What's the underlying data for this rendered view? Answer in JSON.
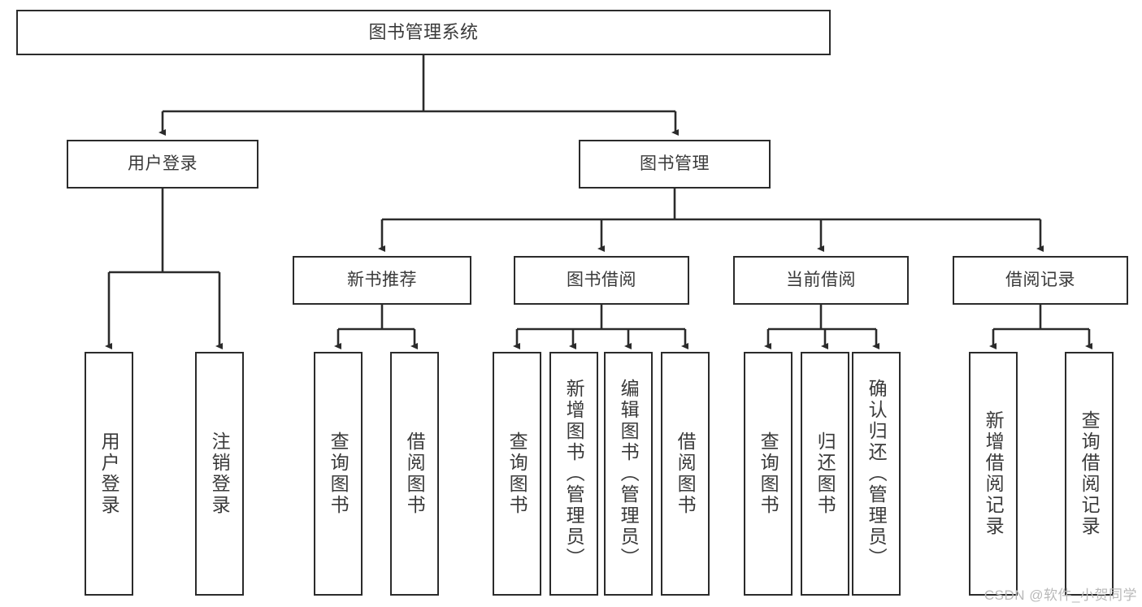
{
  "diagram": {
    "title": "图书管理系统",
    "type": "tree-hierarchy",
    "line_color": "#2b2b2b",
    "text_color": "#3a3a3a",
    "background": "#ffffff"
  },
  "watermark": {
    "text": "CSDN @软件_小贺同学",
    "color": "#b9b9b9"
  },
  "nodes": {
    "root": {
      "label": "图书管理系统"
    },
    "level1": [
      {
        "label": "用户登录"
      },
      {
        "label": "图书管理"
      }
    ],
    "level2": [
      {
        "label": "新书推荐"
      },
      {
        "label": "图书借阅"
      },
      {
        "label": "当前借阅"
      },
      {
        "label": "借阅记录"
      }
    ],
    "leaves": {
      "user_login": [
        {
          "label": "用户登录"
        },
        {
          "label": "注销登录"
        }
      ],
      "new_book_recommend": [
        {
          "label": "查询图书"
        },
        {
          "label": "借阅图书"
        }
      ],
      "book_borrow": [
        {
          "label": "查询图书"
        },
        {
          "label": "新增图书（管理员）"
        },
        {
          "label": "编辑图书（管理员）"
        },
        {
          "label": "借阅图书"
        }
      ],
      "current_borrow": [
        {
          "label": "查询图书"
        },
        {
          "label": "归还图书"
        },
        {
          "label": "确认归还（管理员）"
        }
      ],
      "borrow_record": [
        {
          "label": "新增借阅记录"
        },
        {
          "label": "查询借阅记录"
        }
      ]
    }
  }
}
